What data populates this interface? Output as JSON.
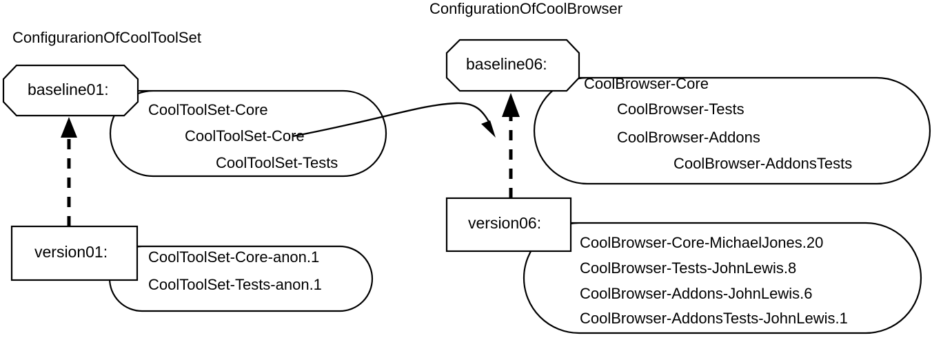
{
  "diagram": {
    "type": "uml-object-diagram",
    "background_color": "#ffffff",
    "line_color": "#000000",
    "groups": [
      {
        "id": "cool-tool-set",
        "title": "ConfigurarionOfCoolToolSet",
        "nodes": [
          {
            "id": "baseline01",
            "label": "baseline01:",
            "shape": "octagon",
            "members": [
              "CoolToolSet-Core",
              "CoolToolSet-Core",
              "CoolToolSet-Tests"
            ]
          },
          {
            "id": "version01",
            "label": "version01:",
            "shape": "rectangle",
            "members": [
              "CoolToolSet-Core-anon.1",
              "CoolToolSet-Tests-anon.1"
            ]
          }
        ]
      },
      {
        "id": "cool-browser",
        "title": "ConfigurationOfCoolBrowser",
        "nodes": [
          {
            "id": "baseline06",
            "label": "baseline06:",
            "shape": "octagon",
            "members": [
              "CoolBrowser-Core",
              "CoolBrowser-Tests",
              "CoolBrowser-Addons",
              "CoolBrowser-AddonsTests"
            ]
          },
          {
            "id": "version06",
            "label": "version06:",
            "shape": "rectangle",
            "members": [
              "CoolBrowser-Core-MichaelJones.20",
              "CoolBrowser-Tests-JohnLewis.8",
              "CoolBrowser-Addons-JohnLewis.6",
              "CoolBrowser-AddonsTests-JohnLewis.1"
            ]
          }
        ]
      }
    ],
    "connectors": [
      {
        "id": "version01-to-baseline01",
        "style": "dashed",
        "arrowhead": "filled-triangle",
        "from": "version01",
        "to": "baseline01"
      },
      {
        "id": "version06-to-baseline06",
        "style": "dashed",
        "arrowhead": "filled-triangle",
        "from": "version06",
        "to": "baseline06"
      },
      {
        "id": "cooltoolset-core-to-coolbrowser",
        "style": "solid-curved",
        "arrowhead": "filled-open",
        "from": "baseline01.members.1",
        "to": "baseline06"
      }
    ]
  }
}
